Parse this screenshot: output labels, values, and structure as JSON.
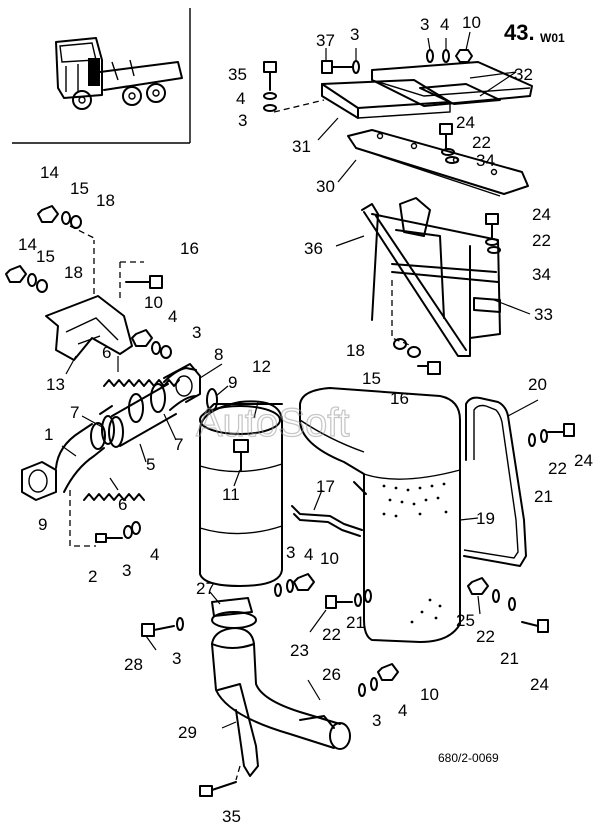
{
  "diagram": {
    "group_number": "43.",
    "group_suffix": "W01",
    "reference": "680/2-0069",
    "watermark": "AutoSoft"
  },
  "callouts": [
    {
      "id": "c37",
      "text": "37"
    },
    {
      "id": "c3a",
      "text": "3"
    },
    {
      "id": "c3b",
      "text": "3"
    },
    {
      "id": "c4a",
      "text": "4"
    },
    {
      "id": "c10a",
      "text": "10"
    },
    {
      "id": "c35a",
      "text": "35"
    },
    {
      "id": "c4b",
      "text": "4"
    },
    {
      "id": "c3c",
      "text": "3"
    },
    {
      "id": "c32",
      "text": "32"
    },
    {
      "id": "c24a",
      "text": "24"
    },
    {
      "id": "c22a",
      "text": "22"
    },
    {
      "id": "c34a",
      "text": "34"
    },
    {
      "id": "c31",
      "text": "31"
    },
    {
      "id": "c30",
      "text": "30"
    },
    {
      "id": "c24b",
      "text": "24"
    },
    {
      "id": "c22b",
      "text": "22"
    },
    {
      "id": "c34b",
      "text": "34"
    },
    {
      "id": "c36",
      "text": "36"
    },
    {
      "id": "c33",
      "text": "33"
    },
    {
      "id": "c14a",
      "text": "14"
    },
    {
      "id": "c15a",
      "text": "15"
    },
    {
      "id": "c18a",
      "text": "18"
    },
    {
      "id": "c14b",
      "text": "14"
    },
    {
      "id": "c15b",
      "text": "15"
    },
    {
      "id": "c18b",
      "text": "18"
    },
    {
      "id": "c16a",
      "text": "16"
    },
    {
      "id": "c10b",
      "text": "10"
    },
    {
      "id": "c4c",
      "text": "4"
    },
    {
      "id": "c3d",
      "text": "3"
    },
    {
      "id": "c13",
      "text": "13"
    },
    {
      "id": "c6a",
      "text": "6"
    },
    {
      "id": "c8",
      "text": "8"
    },
    {
      "id": "c9a",
      "text": "9"
    },
    {
      "id": "c12",
      "text": "12"
    },
    {
      "id": "c18c",
      "text": "18"
    },
    {
      "id": "c15c",
      "text": "15"
    },
    {
      "id": "c16b",
      "text": "16"
    },
    {
      "id": "c20",
      "text": "20"
    },
    {
      "id": "c7a",
      "text": "7"
    },
    {
      "id": "c1",
      "text": "1"
    },
    {
      "id": "c7b",
      "text": "7"
    },
    {
      "id": "c5",
      "text": "5"
    },
    {
      "id": "c11",
      "text": "11"
    },
    {
      "id": "c17",
      "text": "17"
    },
    {
      "id": "c22c",
      "text": "22"
    },
    {
      "id": "c24c",
      "text": "24"
    },
    {
      "id": "c21a",
      "text": "21"
    },
    {
      "id": "c19",
      "text": "19"
    },
    {
      "id": "c9b",
      "text": "9"
    },
    {
      "id": "c6b",
      "text": "6"
    },
    {
      "id": "c2",
      "text": "2"
    },
    {
      "id": "c3e",
      "text": "3"
    },
    {
      "id": "c4d",
      "text": "4"
    },
    {
      "id": "c3f",
      "text": "3"
    },
    {
      "id": "c4e",
      "text": "4"
    },
    {
      "id": "c10c",
      "text": "10"
    },
    {
      "id": "c27",
      "text": "27"
    },
    {
      "id": "c23",
      "text": "23"
    },
    {
      "id": "c22d",
      "text": "22"
    },
    {
      "id": "c21b",
      "text": "21"
    },
    {
      "id": "c25",
      "text": "25"
    },
    {
      "id": "c22e",
      "text": "22"
    },
    {
      "id": "c21c",
      "text": "21"
    },
    {
      "id": "c28",
      "text": "28"
    },
    {
      "id": "c3g",
      "text": "3"
    },
    {
      "id": "c24d",
      "text": "24"
    },
    {
      "id": "c26",
      "text": "26"
    },
    {
      "id": "c10d",
      "text": "10"
    },
    {
      "id": "c4f",
      "text": "4"
    },
    {
      "id": "c3h",
      "text": "3"
    },
    {
      "id": "c29",
      "text": "29"
    },
    {
      "id": "c35b",
      "text": "35"
    }
  ]
}
